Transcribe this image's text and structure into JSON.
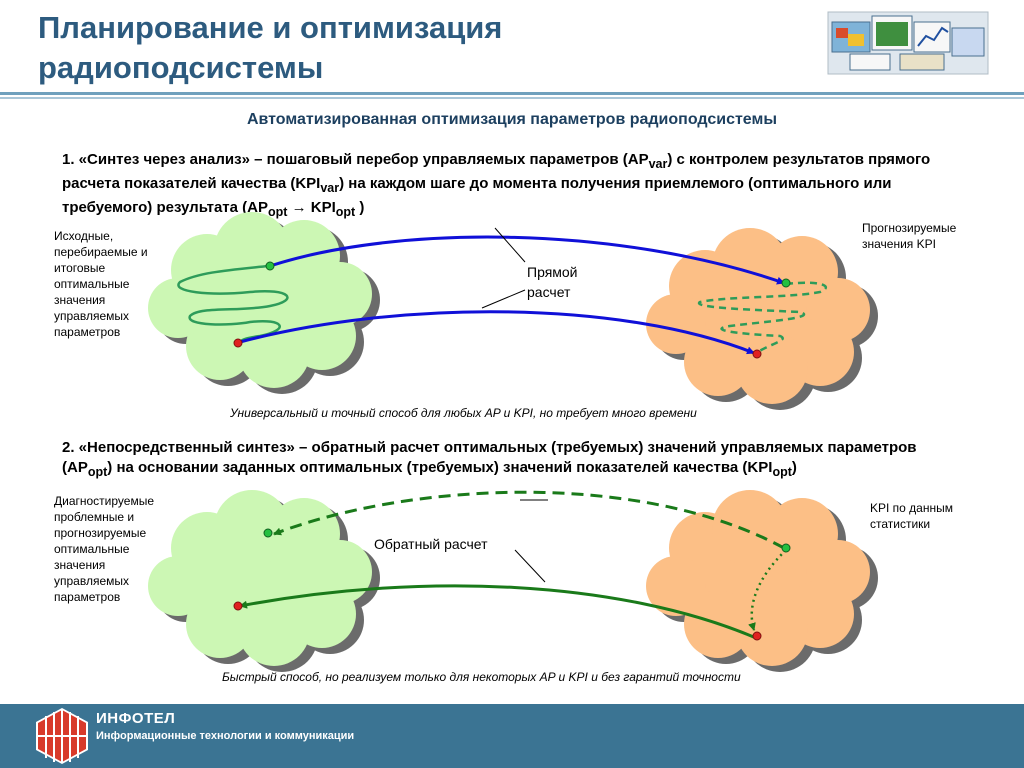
{
  "title": "Планирование и оптимизация радиоподсистемы",
  "subtitle": "Автоматизированная оптимизация параметров радиоподсистемы",
  "section1": {
    "text_before_ap": "1. «Синтез через анализ» – пошаговый перебор управляемых параметров (AP",
    "ap_sub": "var",
    "text_mid": ") с контролем результатов прямого расчета показателей качества (KPI",
    "kpi_sub": "var",
    "text_after": ") на каждом шаге до момента получения приемлемого (оптимального или требуемого) результата (AP",
    "opt_sub": "opt",
    "arrow": " → KPI",
    "opt_sub2": "opt",
    "close": " )"
  },
  "left_note_1": "Исходные, перебираемые и итоговые оптимальные значения управляемых параметров",
  "right_note_1": "Прогнозируемые значения KPI",
  "mid_label_1": "Прямой расчет",
  "caption_1": "Универсальный и точный способ для любых AP и KPI, но требует много времени",
  "section2": {
    "text_before": "2. «Непосредственный синтез» – обратный расчет оптимальных (требуемых) значений управляемых параметров (AP",
    "ap_sub": "opt",
    "text_mid": ") на основании заданных оптимальных (требуемых) значений показателей качества (KPI",
    "kpi_sub": "opt",
    "close": ")"
  },
  "left_note_2": "Диагностируемые проблемные и прогнозируемые оптимальные значения управляемых параметров",
  "right_note_2": "KPI по данным статистики",
  "mid_label_2": "Обратный расчет",
  "caption_2": "Быстрый способ, но реализуем только для некоторых AP и KPI и без гарантий точности",
  "labels": {
    "ap": "AP",
    "kpi": "KPI",
    "var": "var",
    "opt": "opt"
  },
  "footer": {
    "brand": "ИНФОТЕЛ",
    "tagline": "Информационные технологии и коммуникации"
  },
  "colors": {
    "title": "#2d5b7f",
    "green_cloud": "#ccf7b4",
    "orange_cloud": "#fcbf86",
    "blue_arrow": "#1010d8",
    "green_arrow": "#1a7a1a",
    "footer": "#3b7493",
    "logo": "#d83a2a"
  }
}
